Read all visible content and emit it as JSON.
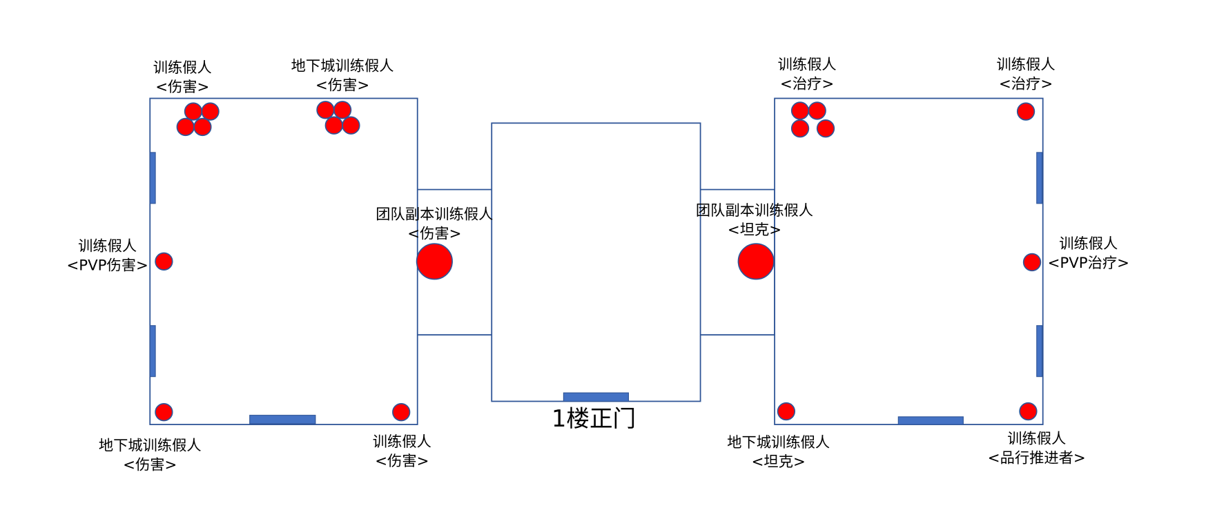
{
  "colors": {
    "wall": "#2f5597",
    "door": "#4472c4",
    "dummy": "#ff0000"
  },
  "labels": {
    "l_top_dmg": [
      "训练假人",
      "<伤害>"
    ],
    "l_top_dungeon_dmg": [
      "地下城训练假人",
      "<伤害>"
    ],
    "r_top_heal_1": [
      "训练假人",
      "<治疗>"
    ],
    "r_top_heal_2": [
      "训练假人",
      "<治疗>"
    ],
    "l_pvp_dmg": [
      "训练假人",
      "<PVP伤害>"
    ],
    "raid_dmg": [
      "团队副本训练假人",
      "<伤害>"
    ],
    "raid_tank": [
      "团队副本训练假人",
      "<坦克>"
    ],
    "r_pvp_heal": [
      "训练假人",
      "<PVP治疗>"
    ],
    "l_bottom_dungeon_dmg": [
      "地下城训练假人",
      "<伤害>"
    ],
    "l_bottom_dmg": [
      "训练假人",
      "<伤害>"
    ],
    "main_gate": "1楼正门",
    "r_bottom_dungeon_tank": [
      "地下城训练假人",
      "<坦克>"
    ],
    "r_bottom_conduct": [
      "训练假人",
      "<品行推进者>"
    ]
  }
}
